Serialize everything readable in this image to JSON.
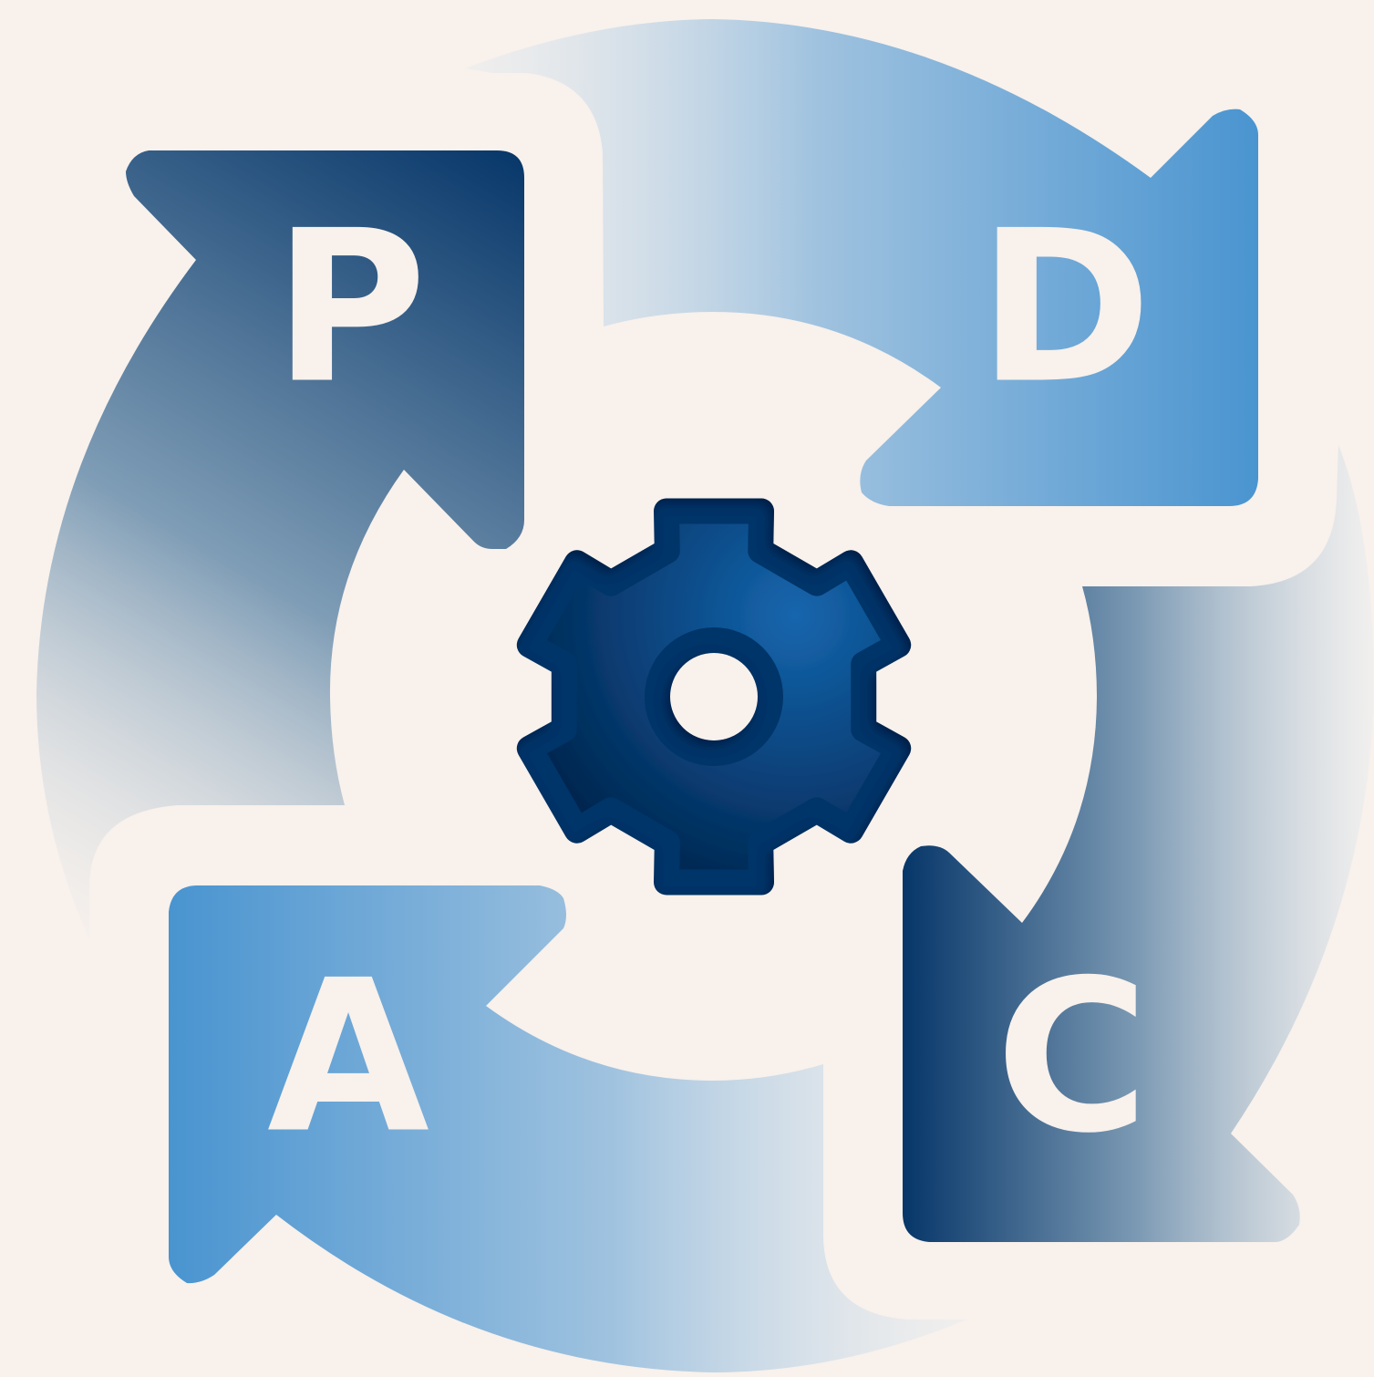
{
  "colors": {
    "background": "#F8F1EC",
    "navy": "#063669",
    "blue": "#4994D0",
    "gear_light": "#1566AE",
    "gear_dark": "#021A3A",
    "fade": "#E7EBEE",
    "letter": "#F8F1EC"
  },
  "stages": [
    {
      "id": "plan",
      "letter": "P"
    },
    {
      "id": "do",
      "letter": "D"
    },
    {
      "id": "check",
      "letter": "C"
    },
    {
      "id": "act",
      "letter": "A"
    }
  ],
  "center": {
    "icon": "gear-icon"
  }
}
